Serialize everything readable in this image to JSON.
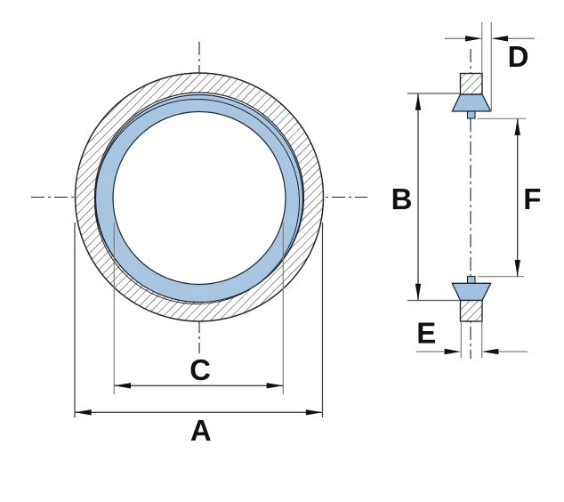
{
  "drawing": {
    "labels": {
      "a": "A",
      "b": "B",
      "c": "C",
      "d": "D",
      "e": "E",
      "f": "F"
    }
  },
  "colors": {
    "background": "#ffffff",
    "rubber_fill": "#a8c5e2",
    "rubber_fill_section": "#a2c1e0",
    "outline": "#1b2430",
    "hatch_line": "#111111",
    "dimension_line": "#444444",
    "extension_line": "#7f7f7f",
    "extension_line_dark": "#555555",
    "arrowhead": "#111111",
    "centerline": "#222222"
  }
}
